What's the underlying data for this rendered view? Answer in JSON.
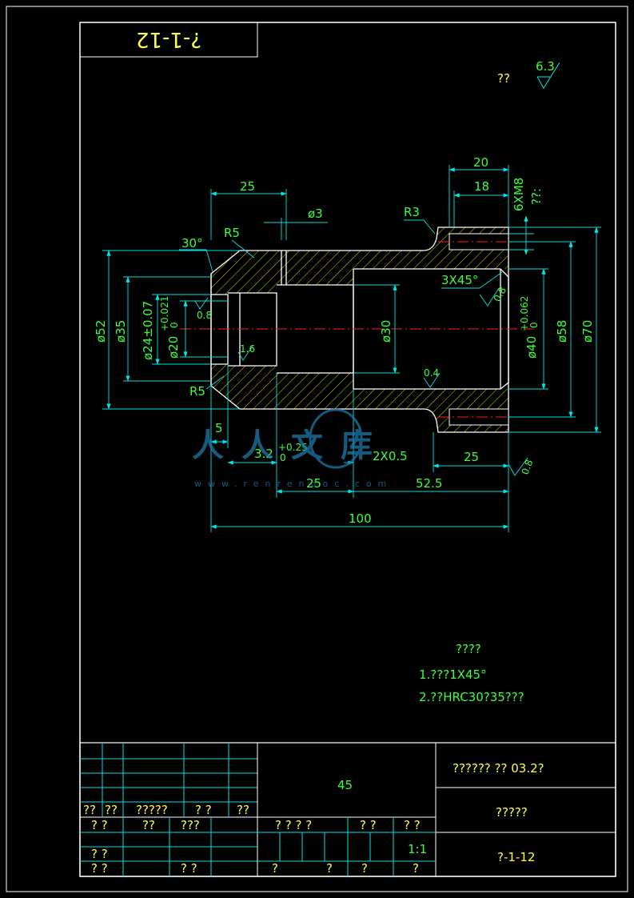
{
  "drawing": {
    "drawing_no_rotated": "?-1-12",
    "roughness": {
      "label": "??",
      "value": "6.3"
    },
    "dimensions": {
      "d25_top": "25",
      "d3": "ø3",
      "r5_top": "R5",
      "r3": "R3",
      "a30": "30°",
      "d20_top": "20",
      "d18": "18",
      "thread": "6XM8",
      "thread_note": "??:",
      "chamfer_3x45": "3X45°",
      "d52": "ø52",
      "d35": "ø35",
      "d24": "ø24±0.07",
      "d20": "ø20",
      "d20_tol_up": "+0.021",
      "d20_tol_low": "0",
      "r08_a": "0.8",
      "r16": "1.6",
      "d30": "ø30",
      "r04": "0.4",
      "d40": "ø40",
      "d40_tol_up": "+0.062",
      "d40_tol_low": "0",
      "d58": "ø58",
      "d70": "ø70",
      "r5_bottom": "R5",
      "d5": "5",
      "d32": "3.2",
      "d32_tol_up": "+0.25",
      "d32_tol_low": "0",
      "d2x05": "2X0.5",
      "d25_right": "25",
      "r08_b": "0.8",
      "d25_bottom": "25",
      "d525": "52.5",
      "d100": "100"
    },
    "notes": {
      "title": "????",
      "line1": "1.???1X45°",
      "line2": "2.??HRC30?35???"
    },
    "watermark": {
      "chars": "人人文库",
      "url": "www.renrendoc.com"
    }
  },
  "title_block": {
    "material": "45",
    "school": "?????? ?? 03.2?",
    "part_name": "?????",
    "drawing_no": "?-1-12",
    "scale": "1:1",
    "rev_headers": [
      "??",
      "??",
      "?????",
      "? ?",
      "??"
    ],
    "sign_rows": [
      [
        "? ?",
        "??",
        "???"
      ],
      [
        "? ?",
        "",
        ""
      ],
      [
        "? ?",
        "",
        "? ?"
      ]
    ],
    "stage_headers": [
      "? ? ? ?",
      "? ?",
      "? ?"
    ],
    "sheet_labels": [
      "?",
      "?",
      "?",
      "?"
    ]
  },
  "colors": {
    "frame": "#ffffff",
    "dimension": "#00e5e5",
    "text": "#3cff3c",
    "centerline": "#ff2020",
    "watermark": "#1e7aa8"
  }
}
